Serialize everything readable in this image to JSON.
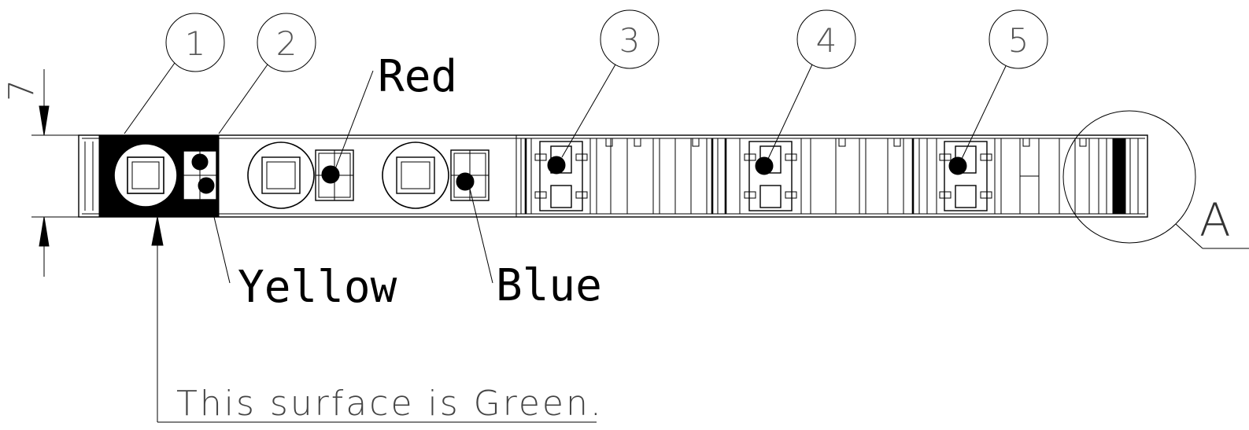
{
  "dimension": {
    "value": "7"
  },
  "balloons": [
    {
      "number": "1"
    },
    {
      "number": "2"
    },
    {
      "number": "3"
    },
    {
      "number": "4"
    },
    {
      "number": "5"
    }
  ],
  "callouts": {
    "red": "Red",
    "yellow": "Yellow",
    "blue": "Blue"
  },
  "note": "This surface is Green.",
  "detail_label": "A"
}
